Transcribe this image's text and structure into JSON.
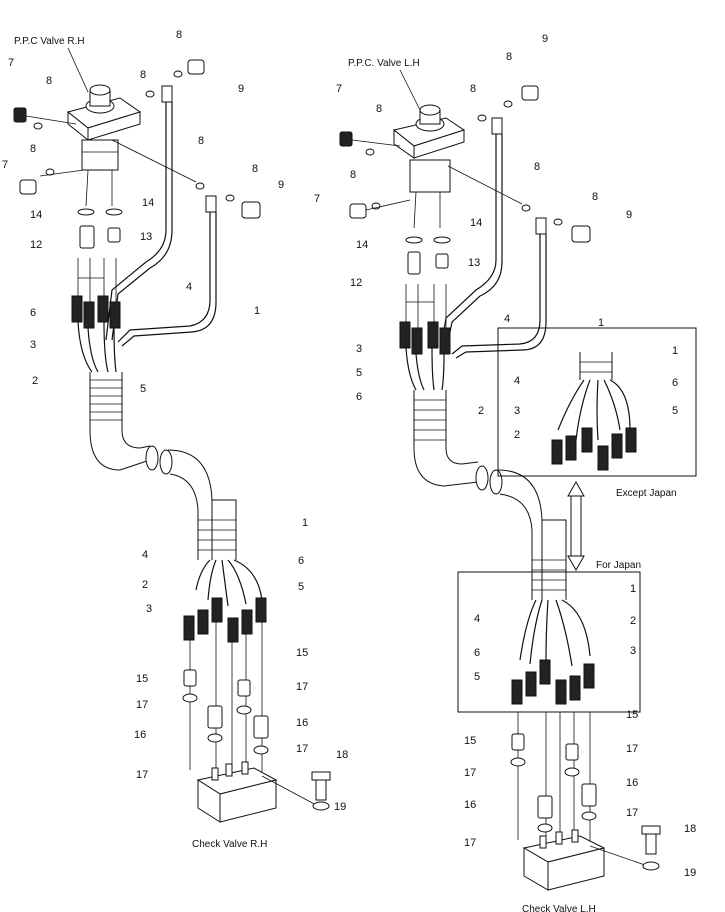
{
  "titles": {
    "ppc_rh": "P.P.C Valve R.H",
    "ppc_lh": "P.P.C. Valve  L.H",
    "check_rh": "Check Valve R.H",
    "check_lh": "Check Valve L.H",
    "except_japan": "Except Japan",
    "for_japan": "For Japan"
  },
  "callouts": {
    "left": [
      "7",
      "8",
      "8",
      "8",
      "9",
      "7",
      "8",
      "14",
      "14",
      "12",
      "13",
      "8",
      "8",
      "9",
      "4",
      "1",
      "6",
      "3",
      "2",
      "5",
      "1",
      "4",
      "6",
      "2",
      "5",
      "3",
      "15",
      "15",
      "17",
      "17",
      "16",
      "16",
      "17",
      "17",
      "18",
      "19"
    ],
    "right": [
      "7",
      "8",
      "8",
      "9",
      "8",
      "7",
      "8",
      "14",
      "14",
      "12",
      "13",
      "8",
      "8",
      "9",
      "4",
      "1",
      "3",
      "5",
      "6",
      "2",
      "1",
      "4",
      "6",
      "3",
      "5",
      "2",
      "1",
      "2",
      "4",
      "3",
      "6",
      "5",
      "15",
      "15",
      "17",
      "17",
      "16",
      "16",
      "17",
      "17",
      "18",
      "19"
    ]
  }
}
